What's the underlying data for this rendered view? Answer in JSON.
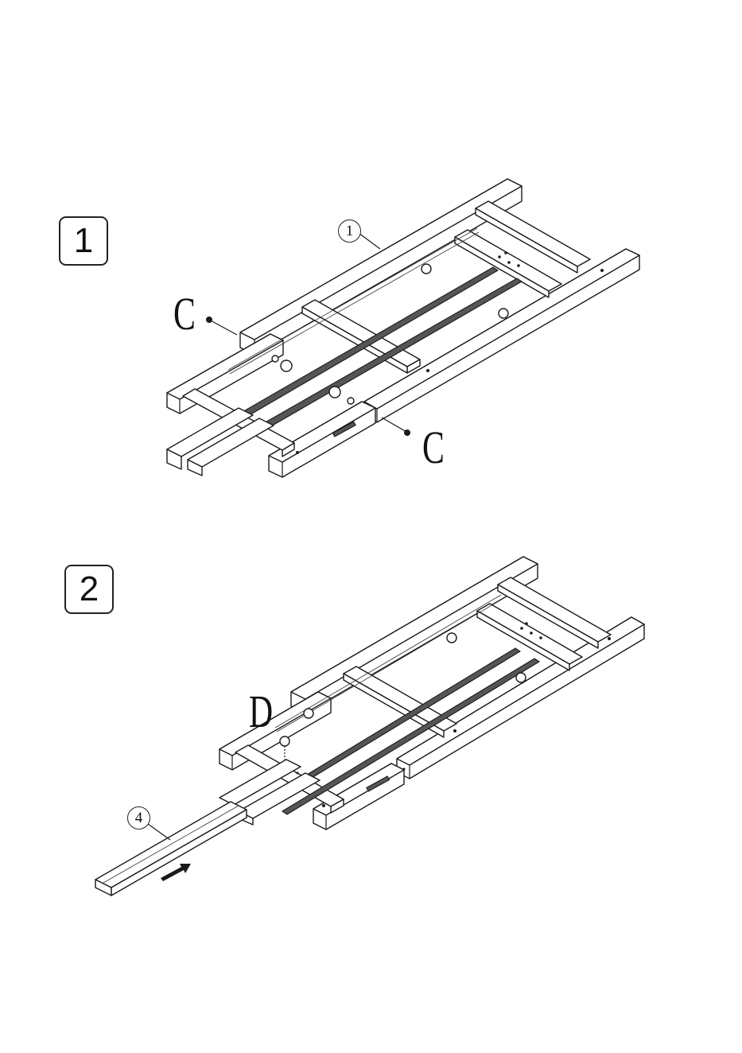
{
  "steps": [
    {
      "number": "1",
      "callouts": {
        "fastener_left": "C",
        "fastener_right": "C",
        "part": "1"
      }
    },
    {
      "number": "2",
      "callouts": {
        "fastener": "D",
        "part": "4"
      }
    }
  ],
  "icons": {
    "frame": "bench-frame-illustration",
    "screw": "bolt-icon",
    "arrow": "insert-direction-arrow-icon"
  }
}
